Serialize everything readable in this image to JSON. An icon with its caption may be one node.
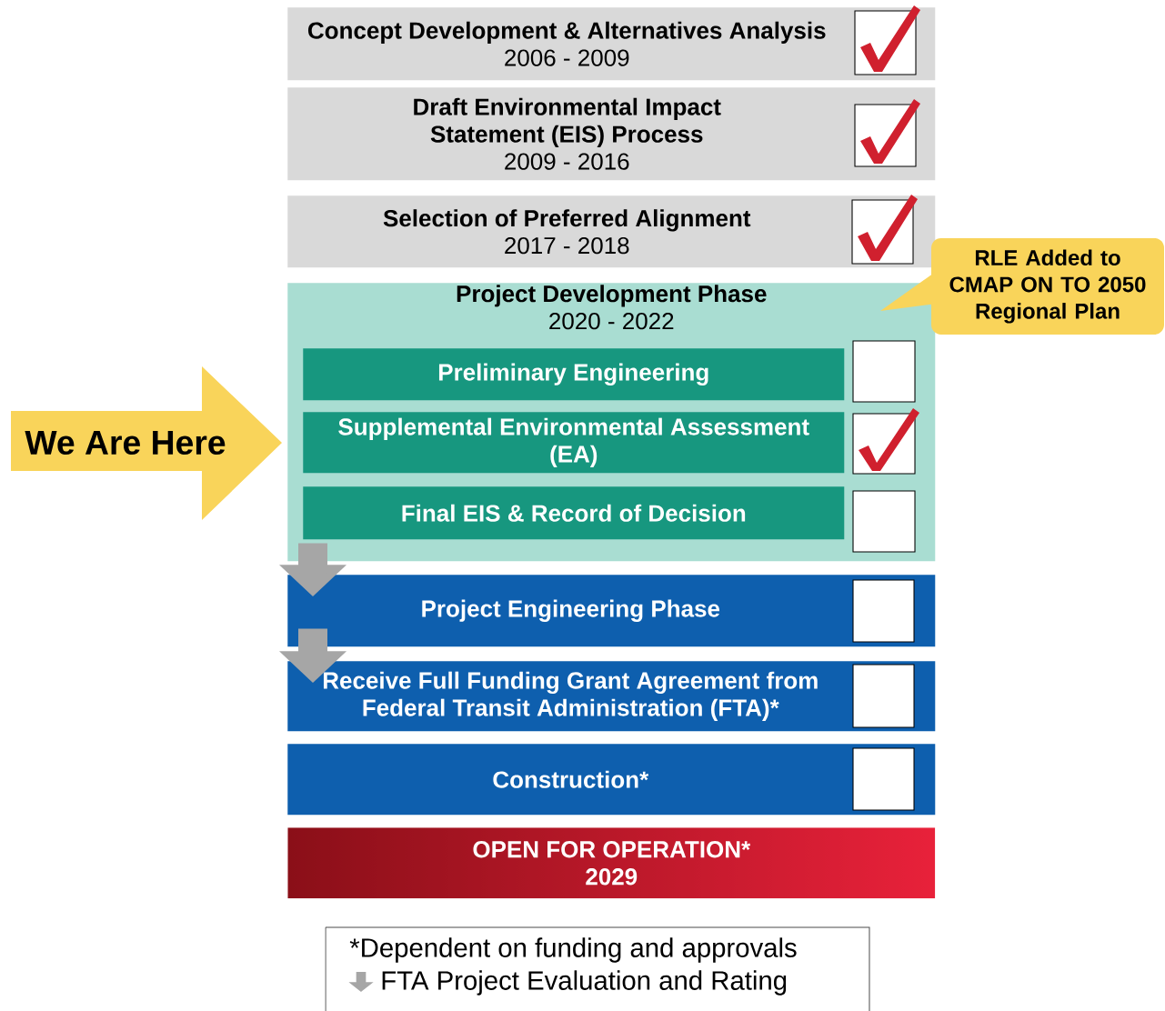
{
  "diagram": {
    "nodes": [
      {
        "text": [
          "Concept Development & Alternatives Analysis",
          "2006 - 2009"
        ]
      },
      {
        "text": [
          "Draft Environmental Impact Statement (EIS) Process",
          "2009 - 2016"
        ]
      },
      {
        "text": [
          "Selection of Preferred Alignment",
          "2017 - 2018"
        ]
      },
      {
        "text": [
          "Project Development Phase",
          "2020 - 2022"
        ]
      },
      {
        "text": [
          "Preliminary Engineering"
        ],
        "in": 3
      },
      {
        "text": [
          "Supplemental Environmental Assessment (EA)"
        ],
        "in": 3
      },
      {
        "text": [
          "Final EIS & Record of Decision"
        ],
        "in": 3
      },
      {
        "text": [
          "Project Engineering Phase"
        ]
      },
      {
        "text": [
          "Receive Full Funding Grant Agreement from Federal Transit Administration (FTA)*"
        ]
      },
      {
        "text": [
          "Construction*"
        ]
      },
      {
        "text": [
          "OPEN FOR OPERATION*",
          "2029"
        ]
      },
      {
        "text": [
          "RLE Added to CMAP ON TO 2050 Regional Plan"
        ]
      },
      {
        "text": [
          "We Are Here"
        ]
      }
    ],
    "edges": [
      {
        "from": 3,
        "to": 7,
        "arrow": "to"
      },
      {
        "from": 7,
        "to": 8,
        "arrow": "to"
      }
    ],
    "labels": [
      "*Dependent on funding and approvals"
    ],
    "legend": [
      {
        "text": "FTA Project Evaluation and Rating"
      }
    ]
  }
}
